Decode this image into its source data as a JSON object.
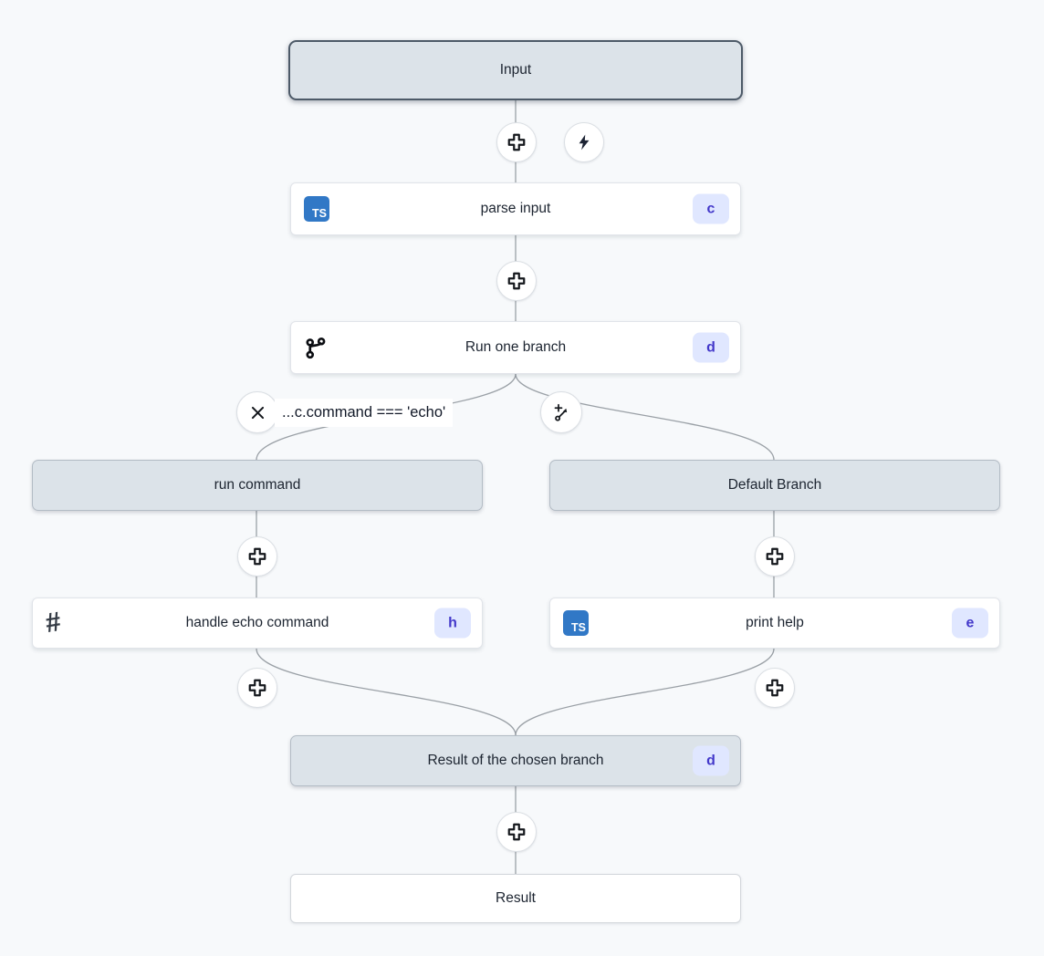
{
  "flow": {
    "nodes": {
      "input": {
        "label": "Input"
      },
      "parse_input": {
        "label": "parse input",
        "badge": "c",
        "icon": "typescript"
      },
      "run_one_branch": {
        "label": "Run one branch",
        "badge": "d",
        "icon": "git-branch"
      },
      "run_command": {
        "label": "run command"
      },
      "default_branch": {
        "label": "Default Branch"
      },
      "handle_echo": {
        "label": "handle echo command",
        "badge": "h",
        "icon": "hash"
      },
      "print_help": {
        "label": "print help",
        "badge": "e",
        "icon": "typescript"
      },
      "result_branch": {
        "label": "Result of the chosen branch",
        "badge": "d"
      },
      "result": {
        "label": "Result"
      }
    },
    "branch_condition": {
      "expression": "...c.command === 'echo'"
    },
    "icons": {
      "ts_label": "TS",
      "hash_glyph": "#"
    }
  },
  "colors": {
    "page_background": "#f7f9fb",
    "group_fill": "#dce3e9",
    "input_border": "#4d5a68",
    "badge_background": "#e0e7ff",
    "badge_text": "#4338ca",
    "typescript_blue": "#3178c6",
    "edge_gray": "#9aa0a6"
  }
}
